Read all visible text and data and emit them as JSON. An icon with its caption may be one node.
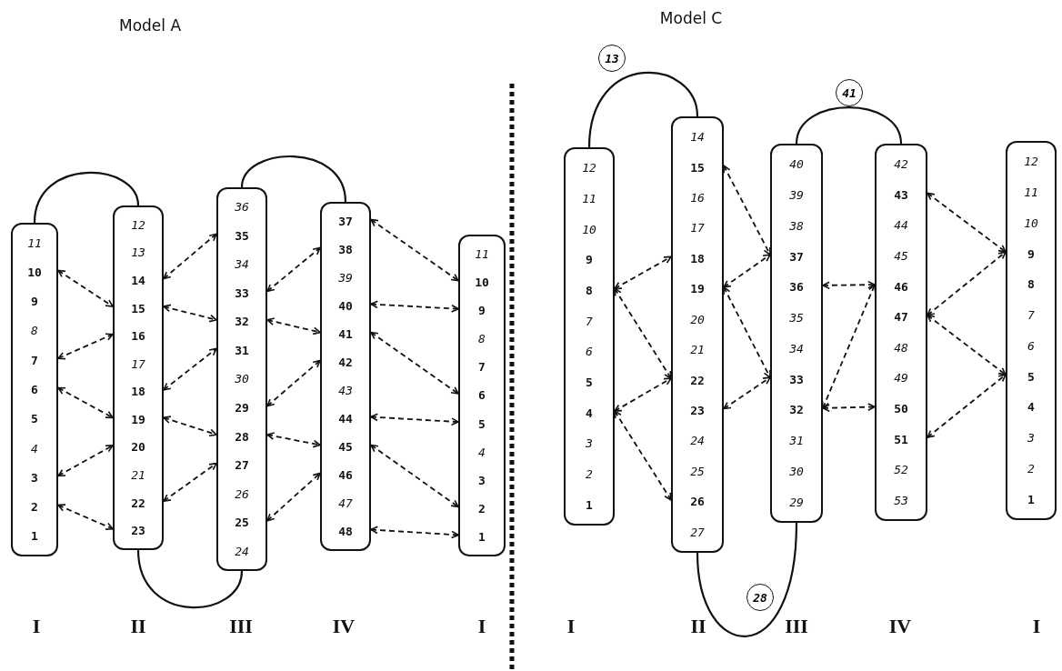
{
  "diagram": {
    "nodes": [
      {
        "text": [],
        "shape": "box"
      },
      {
        "text": [
          "11"
        ],
        "in": 0
      },
      {
        "text": [
          "10"
        ],
        "in": 0
      },
      {
        "text": [
          "9"
        ],
        "in": 0
      },
      {
        "text": [
          "8"
        ],
        "in": 0
      },
      {
        "text": [
          "7"
        ],
        "in": 0
      },
      {
        "text": [
          "6"
        ],
        "in": 0
      },
      {
        "text": [
          "5"
        ],
        "in": 0
      },
      {
        "text": [
          "4"
        ],
        "in": 0
      },
      {
        "text": [
          "3"
        ],
        "in": 0
      },
      {
        "text": [
          "2"
        ],
        "in": 0
      },
      {
        "text": [
          "1"
        ],
        "in": 0
      },
      {
        "text": [],
        "shape": "box"
      },
      {
        "text": [
          "12"
        ],
        "in": 12
      },
      {
        "text": [
          "13"
        ],
        "in": 12
      },
      {
        "text": [
          "14"
        ],
        "in": 12
      },
      {
        "text": [
          "15"
        ],
        "in": 12
      },
      {
        "text": [
          "16"
        ],
        "in": 12
      },
      {
        "text": [
          "17"
        ],
        "in": 12
      },
      {
        "text": [
          "18"
        ],
        "in": 12
      },
      {
        "text": [
          "19"
        ],
        "in": 12
      },
      {
        "text": [
          "20"
        ],
        "in": 12
      },
      {
        "text": [
          "21"
        ],
        "in": 12
      },
      {
        "text": [
          "22"
        ],
        "in": 12
      },
      {
        "text": [
          "23"
        ],
        "in": 12
      },
      {
        "text": [],
        "shape": "box"
      },
      {
        "text": [
          "36"
        ],
        "in": 25
      },
      {
        "text": [
          "35"
        ],
        "in": 25
      },
      {
        "text": [
          "34"
        ],
        "in": 25
      },
      {
        "text": [
          "33"
        ],
        "in": 25
      },
      {
        "text": [
          "32"
        ],
        "in": 25
      },
      {
        "text": [
          "31"
        ],
        "in": 25
      },
      {
        "text": [
          "30"
        ],
        "in": 25
      },
      {
        "text": [
          "29"
        ],
        "in": 25
      },
      {
        "text": [
          "28"
        ],
        "in": 25
      },
      {
        "text": [
          "27"
        ],
        "in": 25
      },
      {
        "text": [
          "26"
        ],
        "in": 25
      },
      {
        "text": [
          "25"
        ],
        "in": 25
      },
      {
        "text": [
          "24"
        ],
        "in": 25
      },
      {
        "text": [],
        "shape": "box"
      },
      {
        "text": [
          "37"
        ],
        "in": 39
      },
      {
        "text": [
          "38"
        ],
        "in": 39
      },
      {
        "text": [
          "39"
        ],
        "in": 39
      },
      {
        "text": [
          "40"
        ],
        "in": 39
      },
      {
        "text": [
          "41"
        ],
        "in": 39
      },
      {
        "text": [
          "42"
        ],
        "in": 39
      },
      {
        "text": [
          "43"
        ],
        "in": 39
      },
      {
        "text": [
          "44"
        ],
        "in": 39
      },
      {
        "text": [
          "45"
        ],
        "in": 39
      },
      {
        "text": [
          "46"
        ],
        "in": 39
      },
      {
        "text": [
          "47"
        ],
        "in": 39
      },
      {
        "text": [
          "48"
        ],
        "in": 39
      },
      {
        "text": [],
        "shape": "box"
      },
      {
        "text": [
          "11"
        ],
        "in": 52
      },
      {
        "text": [
          "10"
        ],
        "in": 52
      },
      {
        "text": [
          "9"
        ],
        "in": 52
      },
      {
        "text": [
          "8"
        ],
        "in": 52
      },
      {
        "text": [
          "7"
        ],
        "in": 52
      },
      {
        "text": [
          "6"
        ],
        "in": 52
      },
      {
        "text": [
          "5"
        ],
        "in": 52
      },
      {
        "text": [
          "4"
        ],
        "in": 52
      },
      {
        "text": [
          "3"
        ],
        "in": 52
      },
      {
        "text": [
          "2"
        ],
        "in": 52
      },
      {
        "text": [
          "1"
        ],
        "in": 52
      },
      {
        "text": [],
        "shape": "box"
      },
      {
        "text": [
          "12"
        ],
        "in": 64
      },
      {
        "text": [
          "11"
        ],
        "in": 64
      },
      {
        "text": [
          "10"
        ],
        "in": 64
      },
      {
        "text": [
          "9"
        ],
        "in": 64
      },
      {
        "text": [
          "8"
        ],
        "in": 64
      },
      {
        "text": [
          "7"
        ],
        "in": 64
      },
      {
        "text": [
          "6"
        ],
        "in": 64
      },
      {
        "text": [
          "5"
        ],
        "in": 64
      },
      {
        "text": [
          "4"
        ],
        "in": 64
      },
      {
        "text": [
          "3"
        ],
        "in": 64
      },
      {
        "text": [
          "2"
        ],
        "in": 64
      },
      {
        "text": [
          "1"
        ],
        "in": 64
      },
      {
        "text": [],
        "shape": "box"
      },
      {
        "text": [
          "14"
        ],
        "in": 77
      },
      {
        "text": [
          "15"
        ],
        "in": 77
      },
      {
        "text": [
          "16"
        ],
        "in": 77
      },
      {
        "text": [
          "17"
        ],
        "in": 77
      },
      {
        "text": [
          "18"
        ],
        "in": 77
      },
      {
        "text": [
          "19"
        ],
        "in": 77
      },
      {
        "text": [
          "20"
        ],
        "in": 77
      },
      {
        "text": [
          "21"
        ],
        "in": 77
      },
      {
        "text": [
          "22"
        ],
        "in": 77
      },
      {
        "text": [
          "23"
        ],
        "in": 77
      },
      {
        "text": [
          "24"
        ],
        "in": 77
      },
      {
        "text": [
          "25"
        ],
        "in": 77
      },
      {
        "text": [
          "26"
        ],
        "in": 77
      },
      {
        "text": [
          "27"
        ],
        "in": 77
      },
      {
        "text": [],
        "shape": "box"
      },
      {
        "text": [
          "40"
        ],
        "in": 92
      },
      {
        "text": [
          "39"
        ],
        "in": 92
      },
      {
        "text": [
          "38"
        ],
        "in": 92
      },
      {
        "text": [
          "37"
        ],
        "in": 92
      },
      {
        "text": [
          "36"
        ],
        "in": 92
      },
      {
        "text": [
          "35"
        ],
        "in": 92
      },
      {
        "text": [
          "34"
        ],
        "in": 92
      },
      {
        "text": [
          "33"
        ],
        "in": 92
      },
      {
        "text": [
          "32"
        ],
        "in": 92
      },
      {
        "text": [
          "31"
        ],
        "in": 92
      },
      {
        "text": [
          "30"
        ],
        "in": 92
      },
      {
        "text": [
          "29"
        ],
        "in": 92
      },
      {
        "text": [],
        "shape": "box"
      },
      {
        "text": [
          "42"
        ],
        "in": 105
      },
      {
        "text": [
          "43"
        ],
        "in": 105
      },
      {
        "text": [
          "44"
        ],
        "in": 105
      },
      {
        "text": [
          "45"
        ],
        "in": 105
      },
      {
        "text": [
          "46"
        ],
        "in": 105
      },
      {
        "text": [
          "47"
        ],
        "in": 105
      },
      {
        "text": [
          "48"
        ],
        "in": 105
      },
      {
        "text": [
          "49"
        ],
        "in": 105
      },
      {
        "text": [
          "50"
        ],
        "in": 105
      },
      {
        "text": [
          "51"
        ],
        "in": 105
      },
      {
        "text": [
          "52"
        ],
        "in": 105
      },
      {
        "text": [
          "53"
        ],
        "in": 105
      },
      {
        "text": [],
        "shape": "box"
      },
      {
        "text": [
          "12"
        ],
        "in": 118
      },
      {
        "text": [
          "11"
        ],
        "in": 118
      },
      {
        "text": [
          "10"
        ],
        "in": 118
      },
      {
        "text": [
          "9"
        ],
        "in": 118
      },
      {
        "text": [
          "8"
        ],
        "in": 118
      },
      {
        "text": [
          "7"
        ],
        "in": 118
      },
      {
        "text": [
          "6"
        ],
        "in": 118
      },
      {
        "text": [
          "5"
        ],
        "in": 118
      },
      {
        "text": [
          "4"
        ],
        "in": 118
      },
      {
        "text": [
          "3"
        ],
        "in": 118
      },
      {
        "text": [
          "2"
        ],
        "in": 118
      },
      {
        "text": [
          "1"
        ],
        "in": 118
      },
      {
        "text": [
          "13"
        ]
      },
      {
        "text": [
          "41"
        ]
      },
      {
        "text": [
          "28"
        ]
      }
    ],
    "edges": [
      {
        "from": 0,
        "to": 12,
        "arrow": "none"
      },
      {
        "from": 12,
        "to": 25,
        "arrow": "none"
      },
      {
        "from": 25,
        "to": 39,
        "arrow": "none"
      },
      {
        "from": 2,
        "to": 16,
        "arrow": "both",
        "style": "dashed"
      },
      {
        "from": 5,
        "to": 17,
        "arrow": "both",
        "style": "dashed"
      },
      {
        "from": 6,
        "to": 20,
        "arrow": "both",
        "style": "dashed"
      },
      {
        "from": 9,
        "to": 21,
        "arrow": "both",
        "style": "dashed"
      },
      {
        "from": 10,
        "to": 24,
        "arrow": "both",
        "style": "dashed"
      },
      {
        "from": 15,
        "to": 27,
        "arrow": "both",
        "style": "dashed"
      },
      {
        "from": 16,
        "to": 30,
        "arrow": "both",
        "style": "dashed"
      },
      {
        "from": 19,
        "to": 31,
        "arrow": "both",
        "style": "dashed"
      },
      {
        "from": 20,
        "to": 34,
        "arrow": "both",
        "style": "dashed"
      },
      {
        "from": 23,
        "to": 35,
        "arrow": "both",
        "style": "dashed"
      },
      {
        "from": 29,
        "to": 41,
        "arrow": "both",
        "style": "dashed"
      },
      {
        "from": 30,
        "to": 44,
        "arrow": "both",
        "style": "dashed"
      },
      {
        "from": 33,
        "to": 45,
        "arrow": "both",
        "style": "dashed"
      },
      {
        "from": 34,
        "to": 48,
        "arrow": "both",
        "style": "dashed"
      },
      {
        "from": 37,
        "to": 49,
        "arrow": "both",
        "style": "dashed"
      },
      {
        "from": 40,
        "to": 54,
        "arrow": "both",
        "style": "dashed"
      },
      {
        "from": 43,
        "to": 55,
        "arrow": "both",
        "style": "dashed"
      },
      {
        "from": 44,
        "to": 58,
        "arrow": "both",
        "style": "dashed"
      },
      {
        "from": 47,
        "to": 59,
        "arrow": "both",
        "style": "dashed"
      },
      {
        "from": 48,
        "to": 62,
        "arrow": "both",
        "style": "dashed"
      },
      {
        "from": 51,
        "to": 63,
        "arrow": "both",
        "style": "dashed"
      },
      {
        "from": 64,
        "to": 77,
        "arrow": "none"
      },
      {
        "from": 77,
        "to": 92,
        "arrow": "none"
      },
      {
        "from": 92,
        "to": 105,
        "arrow": "none"
      },
      {
        "from": 69,
        "to": 82,
        "arrow": "both",
        "style": "dashed"
      },
      {
        "from": 69,
        "to": 86,
        "arrow": "both",
        "style": "dashed"
      },
      {
        "from": 73,
        "to": 86,
        "arrow": "both",
        "style": "dashed"
      },
      {
        "from": 73,
        "to": 90,
        "arrow": "both",
        "style": "dashed"
      },
      {
        "from": 79,
        "to": 96,
        "arrow": "both",
        "style": "dashed"
      },
      {
        "from": 83,
        "to": 96,
        "arrow": "both",
        "style": "dashed"
      },
      {
        "from": 83,
        "to": 100,
        "arrow": "both",
        "style": "dashed"
      },
      {
        "from": 87,
        "to": 100,
        "arrow": "both",
        "style": "dashed"
      },
      {
        "from": 97,
        "to": 110,
        "arrow": "both",
        "style": "dashed"
      },
      {
        "from": 101,
        "to": 110,
        "arrow": "both",
        "style": "dashed"
      },
      {
        "from": 101,
        "to": 114,
        "arrow": "both",
        "style": "dashed"
      },
      {
        "from": 107,
        "to": 122,
        "arrow": "both",
        "style": "dashed"
      },
      {
        "from": 111,
        "to": 122,
        "arrow": "both",
        "style": "dashed"
      },
      {
        "from": 111,
        "to": 126,
        "arrow": "both",
        "style": "dashed"
      },
      {
        "from": 115,
        "to": 126,
        "arrow": "both",
        "style": "dashed"
      }
    ],
    "labels": [
      "Model A",
      "Model C",
      "I",
      "II",
      "III",
      "IV",
      "I",
      "I",
      "II",
      "III",
      "IV",
      "I"
    ]
  }
}
